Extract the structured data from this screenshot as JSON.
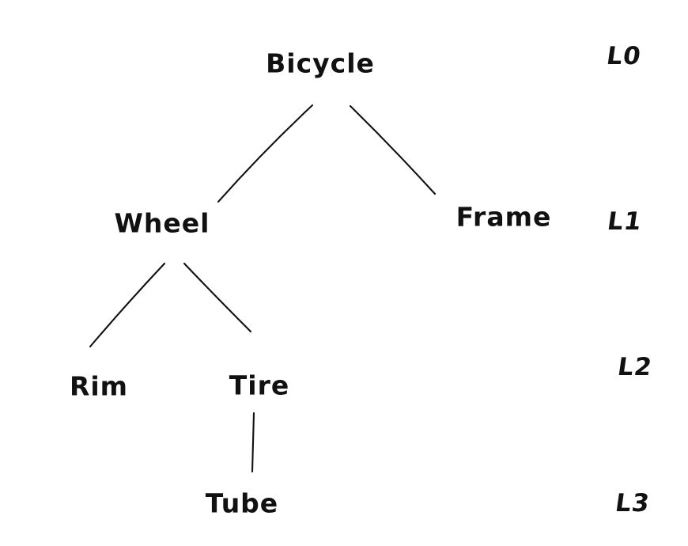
{
  "diagram": {
    "type": "tree",
    "background_color": "#ffffff",
    "ink_color": "#111111",
    "nodes": [
      {
        "id": "bicycle",
        "label": "Bicycle",
        "level": 0
      },
      {
        "id": "wheel",
        "label": "Wheel",
        "level": 1
      },
      {
        "id": "frame",
        "label": "Frame",
        "level": 1
      },
      {
        "id": "rim",
        "label": "Rim",
        "level": 2
      },
      {
        "id": "tire",
        "label": "Tire",
        "level": 2
      },
      {
        "id": "tube",
        "label": "Tube",
        "level": 3
      }
    ],
    "edges": [
      {
        "from": "bicycle",
        "to": "wheel"
      },
      {
        "from": "bicycle",
        "to": "frame"
      },
      {
        "from": "wheel",
        "to": "rim"
      },
      {
        "from": "wheel",
        "to": "tire"
      },
      {
        "from": "tire",
        "to": "tube"
      }
    ],
    "level_labels": [
      {
        "label": "L0"
      },
      {
        "label": "L1"
      },
      {
        "label": "L2"
      },
      {
        "label": "L3"
      }
    ]
  }
}
